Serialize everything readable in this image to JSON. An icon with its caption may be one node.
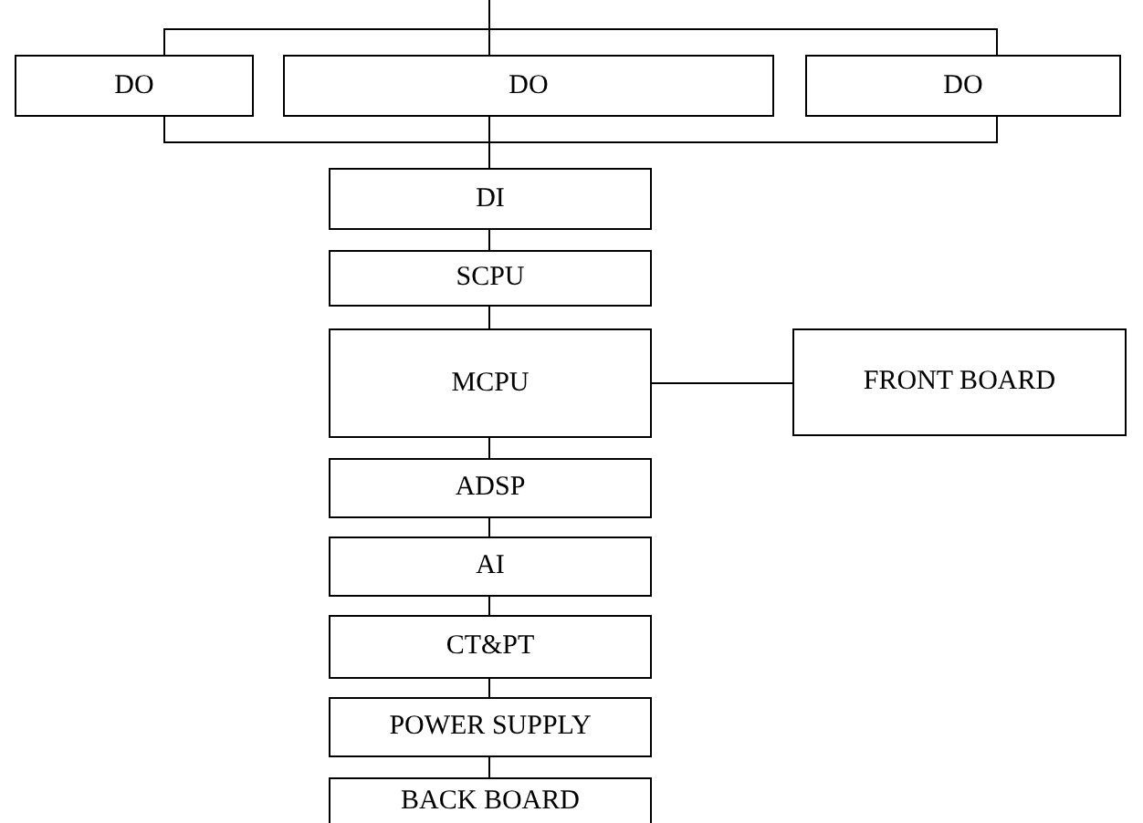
{
  "diagram": {
    "nodes": [
      {
        "text": [
          "DO"
        ]
      },
      {
        "text": [
          "DO"
        ]
      },
      {
        "text": [
          "DO"
        ]
      },
      {
        "text": [
          "DI"
        ]
      },
      {
        "text": [
          "SCPU"
        ]
      },
      {
        "text": [
          "MCPU"
        ]
      },
      {
        "text": [
          "FRONT BOARD"
        ]
      },
      {
        "text": [
          "ADSP"
        ]
      },
      {
        "text": [
          "AI"
        ]
      },
      {
        "text": [
          "CT&PT"
        ]
      },
      {
        "text": [
          "POWER SUPPLY"
        ]
      },
      {
        "text": [
          "BACK BOARD"
        ]
      }
    ],
    "edges": [
      {
        "from": null,
        "to": 0,
        "arrow": "none"
      },
      {
        "from": null,
        "to": 1,
        "arrow": "none"
      },
      {
        "from": null,
        "to": 2,
        "arrow": "none"
      },
      {
        "from": 0,
        "to": 3,
        "arrow": "none"
      },
      {
        "from": 1,
        "to": 3,
        "arrow": "none"
      },
      {
        "from": 2,
        "to": 3,
        "arrow": "none"
      },
      {
        "from": 3,
        "to": 4,
        "arrow": "none"
      },
      {
        "from": 4,
        "to": 5,
        "arrow": "none"
      },
      {
        "from": 5,
        "to": 6,
        "arrow": "none"
      },
      {
        "from": 5,
        "to": 7,
        "arrow": "none"
      },
      {
        "from": 7,
        "to": 8,
        "arrow": "none"
      },
      {
        "from": 8,
        "to": 9,
        "arrow": "none"
      },
      {
        "from": 9,
        "to": 10,
        "arrow": "none"
      },
      {
        "from": 10,
        "to": 11,
        "arrow": "none"
      }
    ]
  }
}
